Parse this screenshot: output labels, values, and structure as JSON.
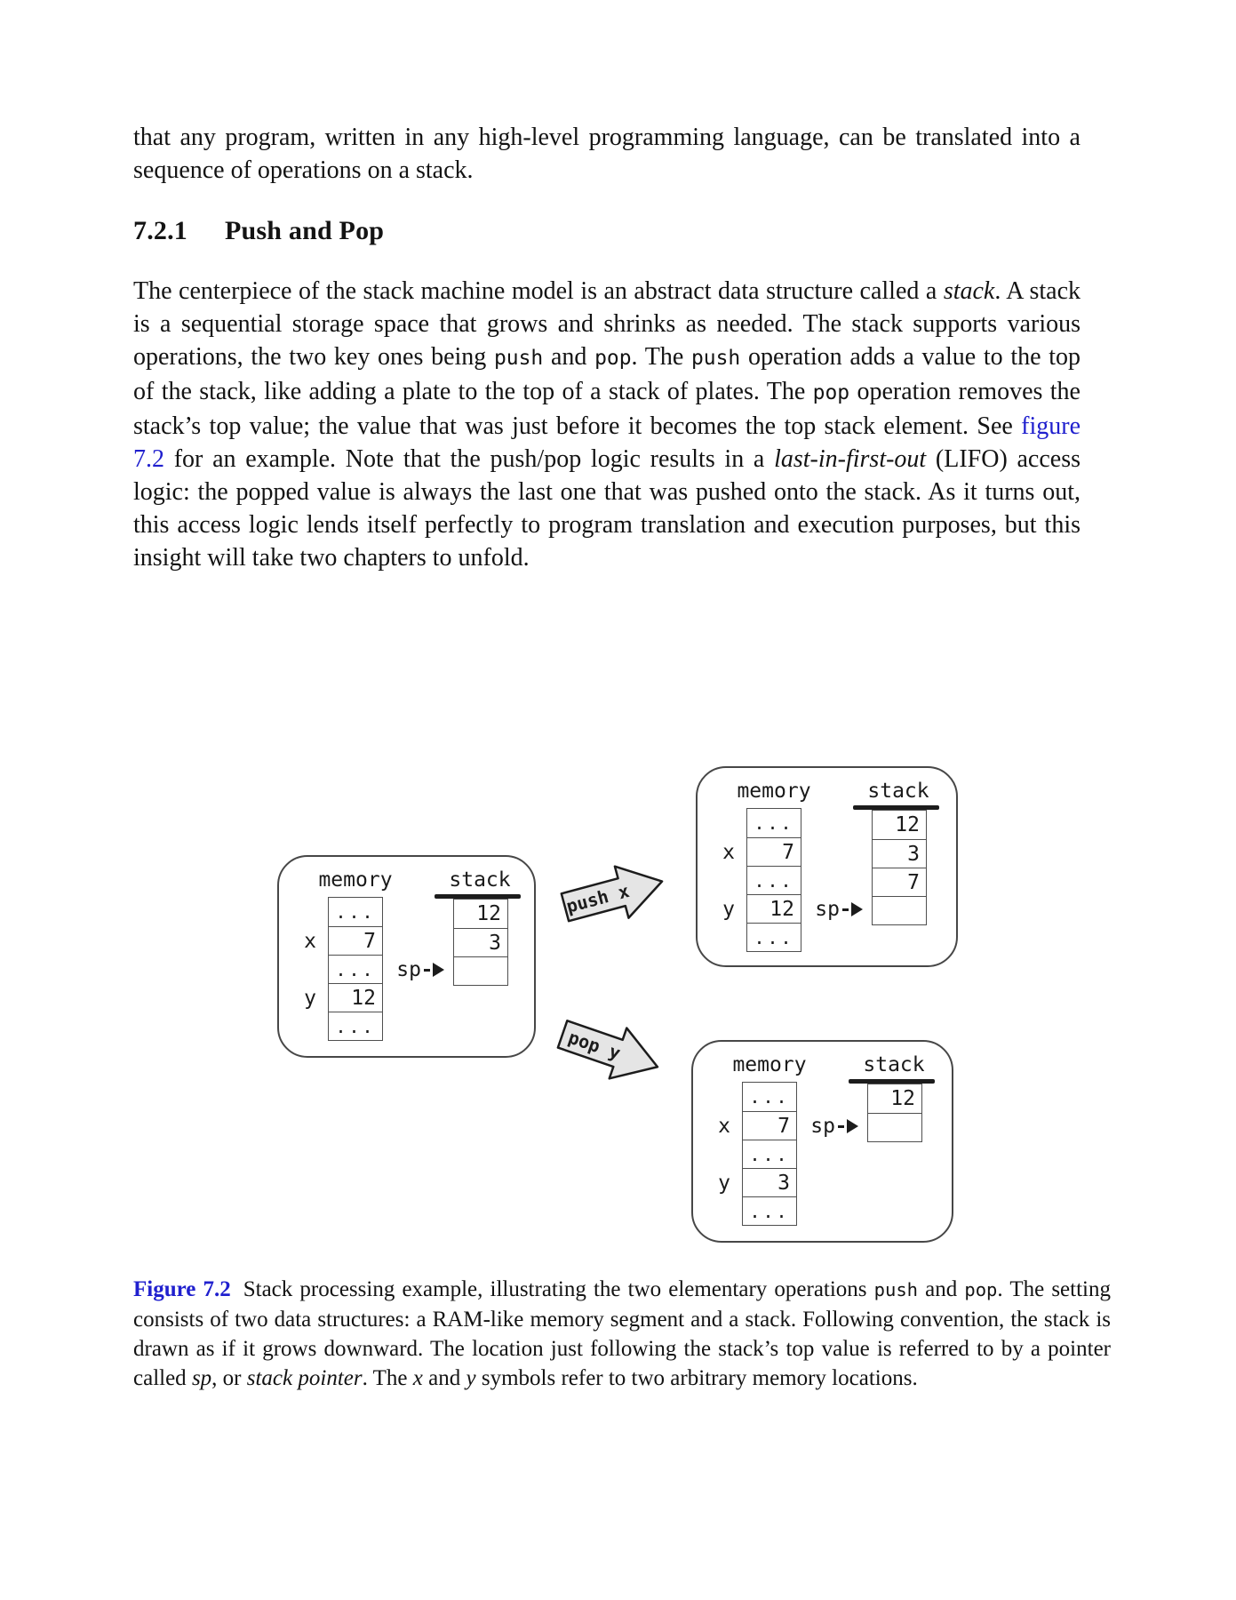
{
  "page": {
    "paragraph_intro": "that any program, written in any high-level programming language, can be translated into a sequence of operations on a stack.",
    "heading": {
      "number": "7.2.1",
      "title": "Push and Pop"
    },
    "paragraph_main_runs": [
      {
        "t": "The centerpiece of the stack machine model is an abstract data structure called a "
      },
      {
        "t": "stack",
        "style": "italic"
      },
      {
        "t": ". A stack is a sequential storage space that grows and shrinks as needed. The stack supports various operations, the two key ones being "
      },
      {
        "t": "push",
        "style": "code"
      },
      {
        "t": " and "
      },
      {
        "t": "pop",
        "style": "code"
      },
      {
        "t": ". The "
      },
      {
        "t": "push",
        "style": "code"
      },
      {
        "t": " operation adds a value to the top of the stack, like adding a plate to the top of a stack of plates. The "
      },
      {
        "t": "pop",
        "style": "code"
      },
      {
        "t": " operation removes the stack’s top value; the value that was just before it becomes the top stack element. See "
      },
      {
        "t": "figure 7.2",
        "style": "link"
      },
      {
        "t": " for an example. Note that the push/pop logic results in a "
      },
      {
        "t": "last-in-first-out",
        "style": "italic"
      },
      {
        "t": " (LIFO) access logic: the popped value is always the last one that was pushed onto the stack. As it turns out, this access logic lends itself perfectly to program translation and execution purposes, but this insight will take two chapters to unfold."
      }
    ],
    "caption_runs": [
      {
        "t": "Figure 7.2",
        "style": "caption-label"
      },
      {
        "t": "Stack processing example, illustrating the two elementary operations "
      },
      {
        "t": "push",
        "style": "code"
      },
      {
        "t": " and "
      },
      {
        "t": "pop",
        "style": "code"
      },
      {
        "t": ". The setting consists of two data structures: a RAM-like memory segment and a stack. Following convention, the stack is drawn as if it grows downward. The location just following the stack’s top value is referred to by a pointer called "
      },
      {
        "t": "sp",
        "style": "italic"
      },
      {
        "t": ", or "
      },
      {
        "t": "stack pointer",
        "style": "italic"
      },
      {
        "t": ". The "
      },
      {
        "t": "x",
        "style": "italic"
      },
      {
        "t": " and "
      },
      {
        "t": "y",
        "style": "italic"
      },
      {
        "t": " symbols refer to two arbitrary memory locations."
      }
    ]
  },
  "figure": {
    "sp_label": "sp",
    "panels": [
      {
        "name": "before",
        "memory_label": "memory",
        "stack_label": "stack",
        "memory_cells": [
          {
            "label": "",
            "value": "..."
          },
          {
            "label": "x",
            "value": "7"
          },
          {
            "label": "",
            "value": "..."
          },
          {
            "label": "y",
            "value": "12"
          },
          {
            "label": "",
            "value": "..."
          }
        ],
        "stack_cells": [
          "12",
          "3",
          ""
        ],
        "sp_index": 2
      },
      {
        "name": "after-push-x",
        "memory_label": "memory",
        "stack_label": "stack",
        "memory_cells": [
          {
            "label": "",
            "value": "..."
          },
          {
            "label": "x",
            "value": "7"
          },
          {
            "label": "",
            "value": "..."
          },
          {
            "label": "y",
            "value": "12"
          },
          {
            "label": "",
            "value": "..."
          }
        ],
        "stack_cells": [
          "12",
          "3",
          "7",
          ""
        ],
        "sp_index": 3
      },
      {
        "name": "after-pop-y",
        "memory_label": "memory",
        "stack_label": "stack",
        "memory_cells": [
          {
            "label": "",
            "value": "..."
          },
          {
            "label": "x",
            "value": "7"
          },
          {
            "label": "",
            "value": "..."
          },
          {
            "label": "y",
            "value": "3"
          },
          {
            "label": "",
            "value": "..."
          }
        ],
        "stack_cells": [
          "12",
          ""
        ],
        "sp_index": 1
      }
    ],
    "arrows": [
      {
        "label": "push x"
      },
      {
        "label": "pop y"
      }
    ]
  },
  "colors": {
    "link_blue": "#2020CE",
    "arrow_fill": "#E5E5E5",
    "ink": "#1C1C1C"
  }
}
